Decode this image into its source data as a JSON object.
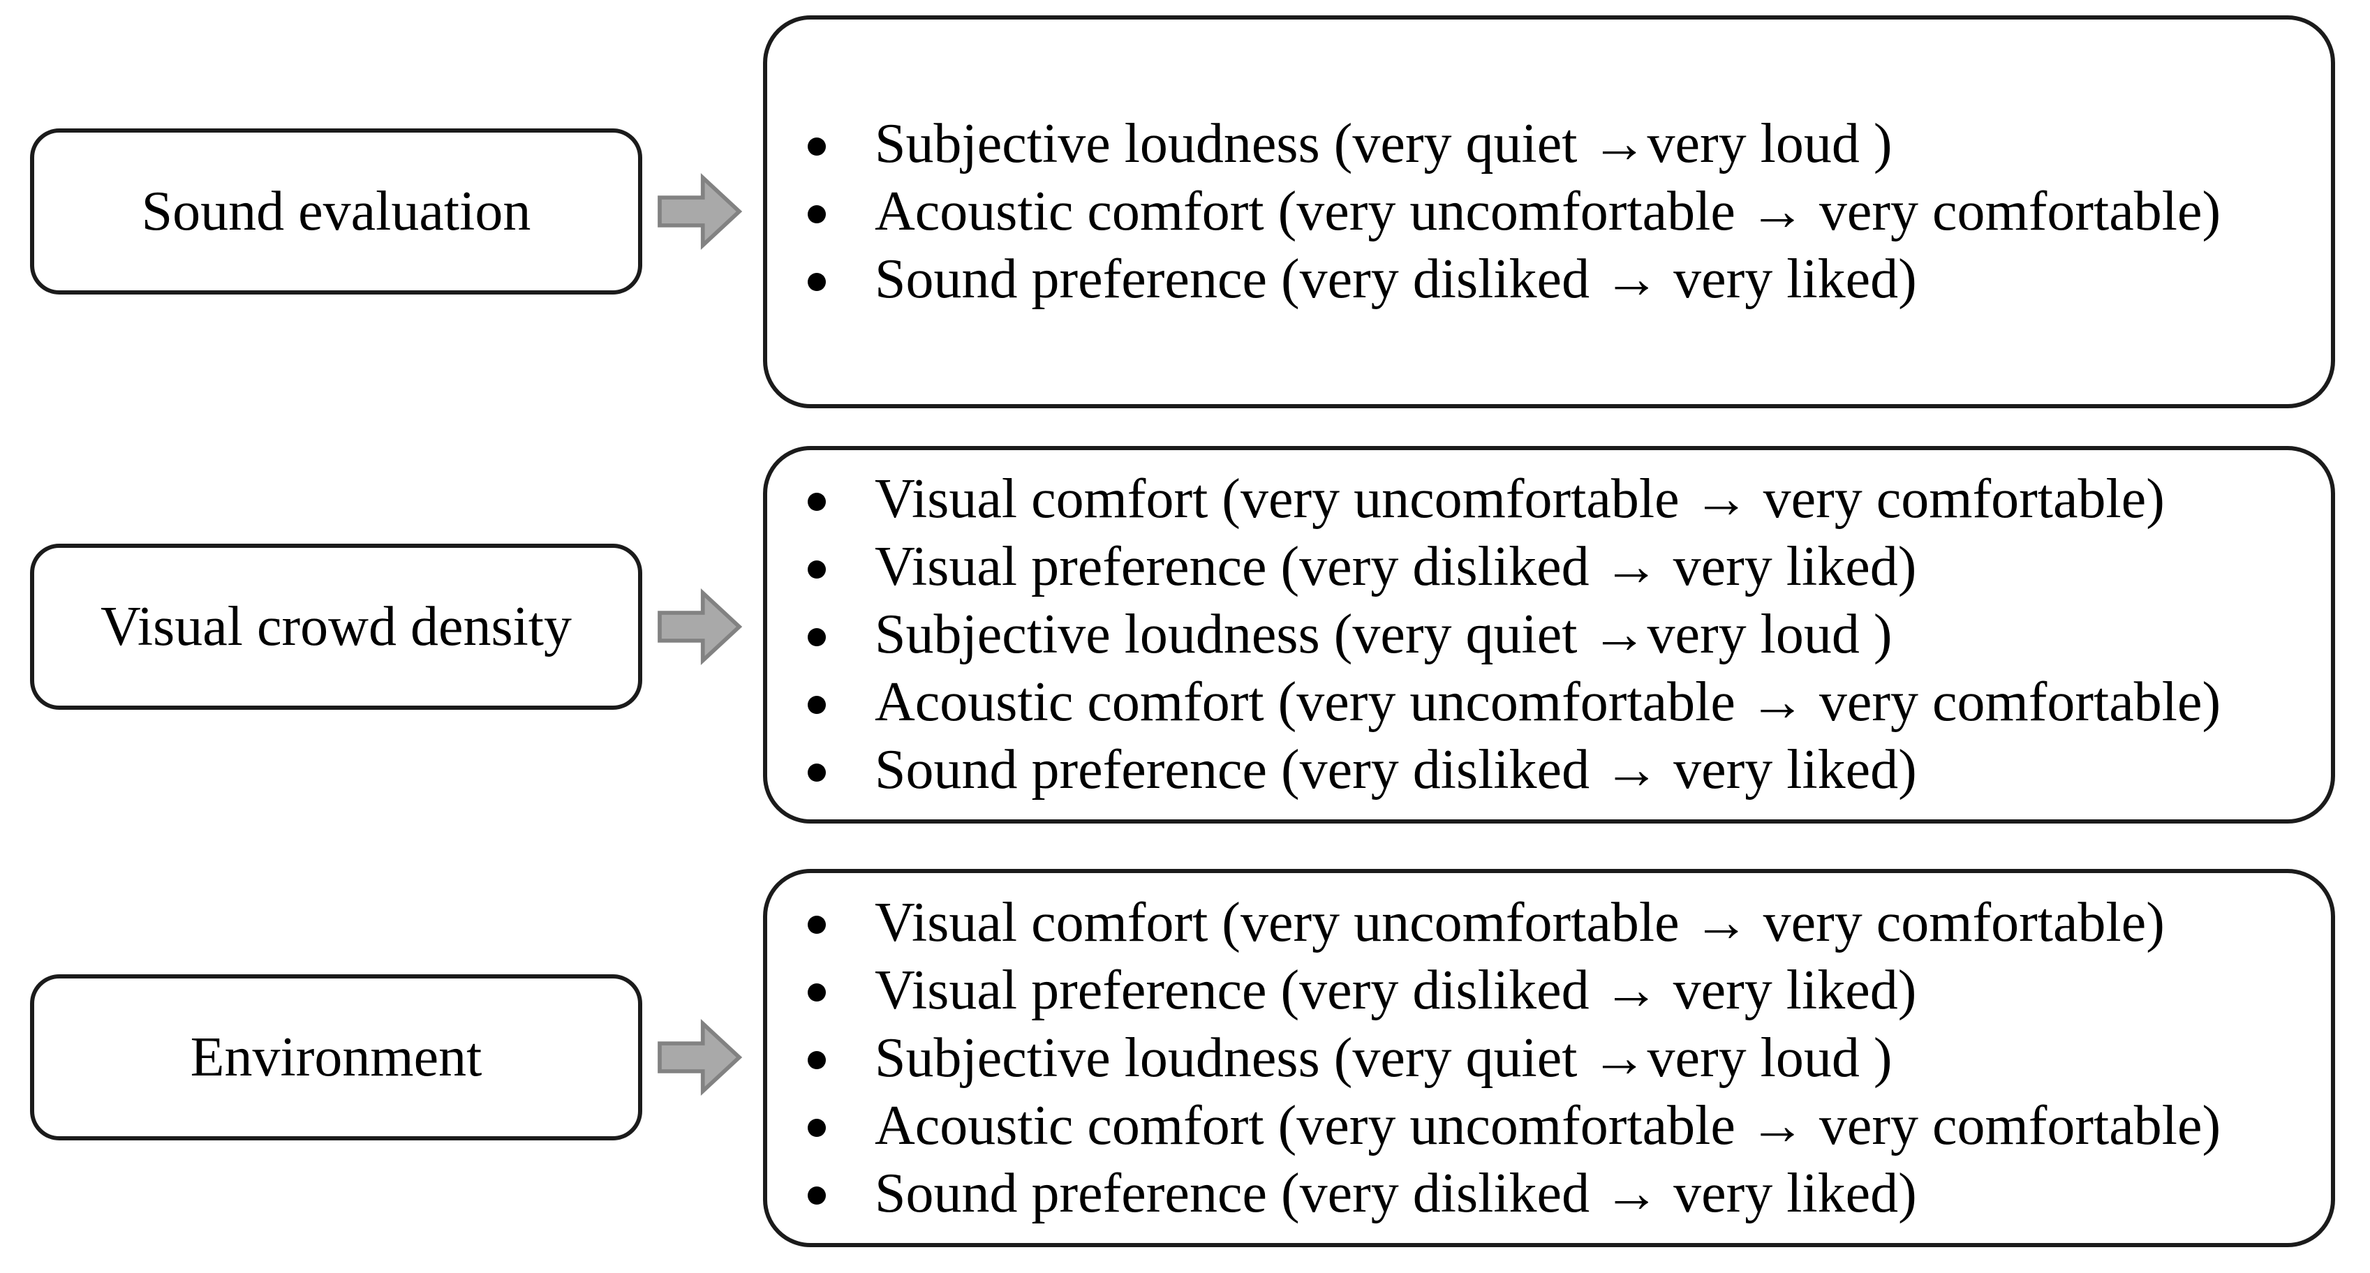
{
  "colors": {
    "background": "#ffffff",
    "box_border": "#1b1b1b",
    "text": "#000000",
    "arrow_fill": "#a9a9a9",
    "arrow_outline": "#828282"
  },
  "icons": {
    "arrow": "block-arrow-right",
    "bullet": "filled-circle"
  },
  "rows": [
    {
      "label": "Sound evaluation",
      "items": [
        "Subjective loudness  (very quiet →very loud )",
        "Acoustic comfort  (very uncomfortable → very comfortable)",
        "Sound preference  (very disliked → very liked)"
      ]
    },
    {
      "label": "Visual crowd density",
      "items": [
        "Visual comfort  (very uncomfortable → very comfortable)",
        "Visual preference (very disliked → very liked)",
        "Subjective loudness  (very quiet →very loud )",
        "Acoustic comfort  (very uncomfortable → very comfortable)",
        "Sound preference (very disliked → very liked)"
      ]
    },
    {
      "label": "Environment",
      "items": [
        "Visual comfort  (very uncomfortable → very comfortable)",
        "Visual preference (very disliked → very liked)",
        "Subjective loudness  (very quiet →very loud )",
        "Acoustic comfort  (very uncomfortable → very comfortable)",
        "Sound preference (very disliked → very liked)"
      ]
    }
  ]
}
